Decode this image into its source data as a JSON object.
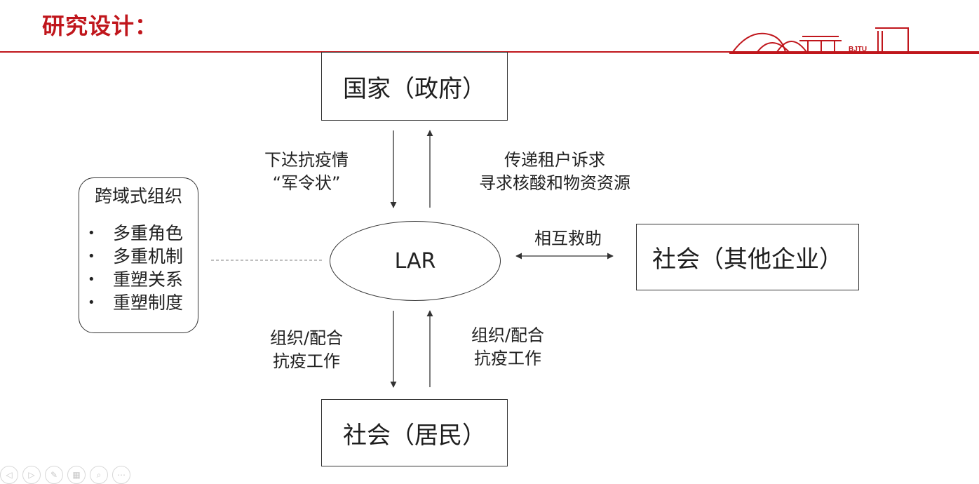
{
  "slide": {
    "title": "研究设计："
  },
  "nodes": {
    "state": "国家（政府）",
    "center": "LAR",
    "company": "社会（其他企业）",
    "resident": "社会（居民）"
  },
  "side_panel": {
    "title": "跨域式组织",
    "items": [
      "多重角色",
      "多重机制",
      "重塑关系",
      "重塑制度"
    ]
  },
  "edge_labels": {
    "state_to_lar": [
      "下达抗疫情",
      "“军令状”"
    ],
    "lar_to_state": [
      "传递租户诉求",
      "寻求核酸和物资资源"
    ],
    "lar_company": [
      "相互救助"
    ],
    "lar_to_resident": [
      "组织/配合",
      "抗疫工作"
    ],
    "resident_to_lar": [
      "组织/配合",
      "抗疫工作"
    ]
  },
  "logo_text": "BJTU",
  "toolbar_icons": [
    "previous-icon",
    "next-icon",
    "pen-icon",
    "slides-icon",
    "zoom-icon",
    "more-icon"
  ],
  "colors": {
    "accent": "#c0161c",
    "line": "#333333"
  }
}
